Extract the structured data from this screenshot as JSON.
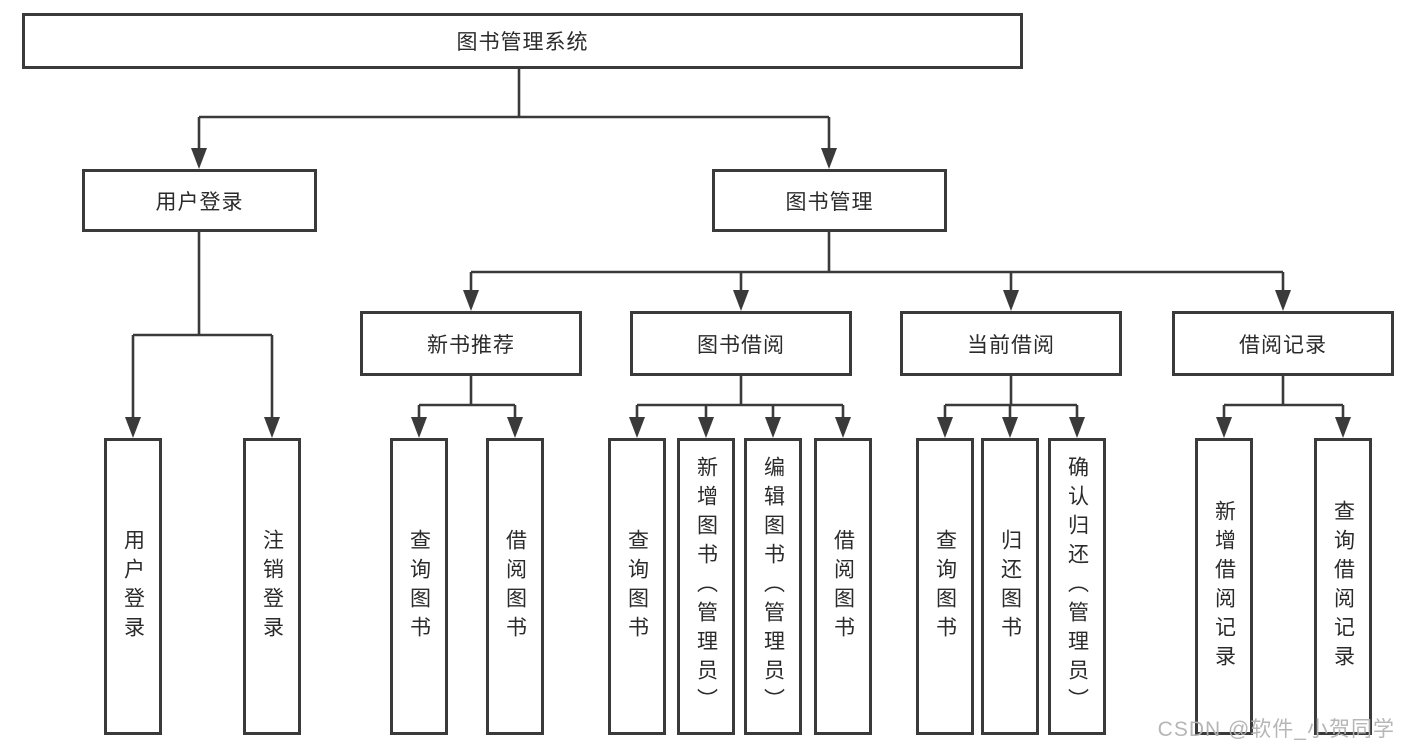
{
  "diagram": {
    "root": {
      "label": "图书管理系统"
    },
    "branches": [
      {
        "label": "用户登录",
        "children": [
          {
            "label": "用户登录"
          },
          {
            "label": "注销登录"
          }
        ]
      },
      {
        "label": "图书管理",
        "children": [
          {
            "label": "新书推荐",
            "children": [
              {
                "label": "查询图书"
              },
              {
                "label": "借阅图书"
              }
            ]
          },
          {
            "label": "图书借阅",
            "children": [
              {
                "label": "查询图书"
              },
              {
                "label": "新增图书（管理员）"
              },
              {
                "label": "编辑图书（管理员）"
              },
              {
                "label": "借阅图书"
              }
            ]
          },
          {
            "label": "当前借阅",
            "children": [
              {
                "label": "查询图书"
              },
              {
                "label": "归还图书"
              },
              {
                "label": "确认归还（管理员）"
              }
            ]
          },
          {
            "label": "借阅记录",
            "children": [
              {
                "label": "新增借阅记录"
              },
              {
                "label": "查询借阅记录"
              }
            ]
          }
        ]
      }
    ],
    "watermark": "CSDN @软件_小贺同学",
    "colors": {
      "line": "#3a3a3a",
      "text": "#2b2b2b",
      "box_background": "#ffffff",
      "watermark": "#b2b2b2"
    }
  }
}
